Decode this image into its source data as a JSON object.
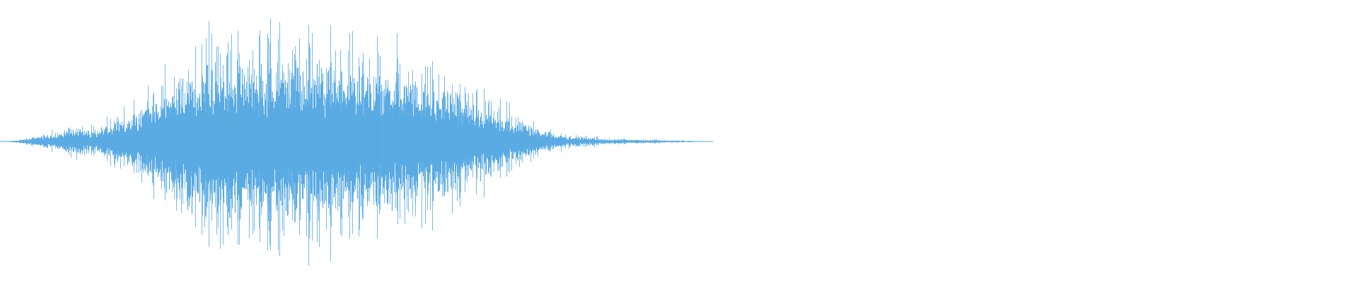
{
  "waveform": {
    "color": "#5aabe3",
    "background": "#ffffff",
    "audio_end_fraction": 0.525,
    "envelope": [
      [
        0.0,
        0.0
      ],
      [
        0.01,
        0.01
      ],
      [
        0.025,
        0.05
      ],
      [
        0.045,
        0.12
      ],
      [
        0.06,
        0.18
      ],
      [
        0.068,
        0.14
      ],
      [
        0.08,
        0.22
      ],
      [
        0.095,
        0.3
      ],
      [
        0.11,
        0.45
      ],
      [
        0.12,
        0.6
      ],
      [
        0.135,
        0.8
      ],
      [
        0.15,
        0.95
      ],
      [
        0.175,
        1.0
      ],
      [
        0.2,
        0.98
      ],
      [
        0.23,
        0.96
      ],
      [
        0.26,
        0.93
      ],
      [
        0.29,
        0.88
      ],
      [
        0.31,
        0.76
      ],
      [
        0.335,
        0.6
      ],
      [
        0.35,
        0.5
      ],
      [
        0.37,
        0.34
      ],
      [
        0.385,
        0.22
      ],
      [
        0.4,
        0.12
      ],
      [
        0.42,
        0.06
      ],
      [
        0.45,
        0.03
      ],
      [
        0.49,
        0.015
      ],
      [
        0.525,
        0.0
      ]
    ]
  }
}
